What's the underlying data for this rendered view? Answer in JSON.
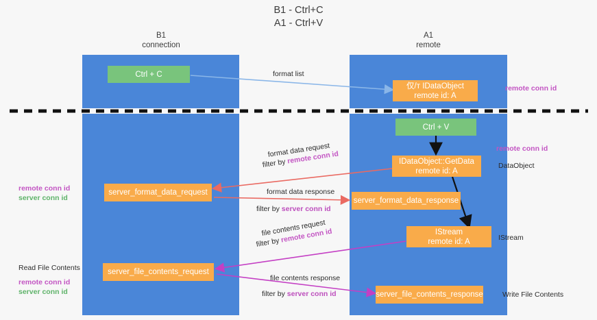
{
  "diagram": {
    "title": "B1 - Ctrl+C\nA1 - Ctrl+V",
    "lanes": [
      {
        "id": "b1",
        "title": "B1\nconnection"
      },
      {
        "id": "a1",
        "title": "A1\nremote"
      }
    ],
    "nodes": {
      "ctrl_c": "Ctrl + C",
      "idataobject": "仅/т IDataObject\nremote id: A",
      "ctrl_v": "Ctrl + V",
      "getdata": "IDataObject::GetData\nremote id: A",
      "server_format_data_request": "server_format_data_request",
      "server_format_data_response": "server_format_data_response",
      "istream": "IStream\nremote id: A",
      "server_file_contents_request": "server_file_contents_request",
      "server_file_contents_response": "server_file_contents_response"
    },
    "edge_labels": {
      "format_list": "format list",
      "format_data_request": "format data request",
      "format_data_request_filter_prefix": "filter by ",
      "format_data_request_filter_key": "remote conn id",
      "format_data_response": "format data response",
      "format_data_response_filter_prefix": "filter by ",
      "format_data_response_filter_key": "server conn id",
      "file_contents_request": "file contents request",
      "file_contents_request_filter_prefix": "filter by ",
      "file_contents_request_filter_key": "remote conn id",
      "file_contents_response": "file contents response",
      "file_contents_response_filter_prefix": "filter by ",
      "file_contents_response_filter_key": "server conn id"
    },
    "side_labels": {
      "right_remote_conn_id_top": "remote conn id",
      "right_remote_conn_id_mid": "remote conn id",
      "right_dataobject": "DataObject",
      "right_istream": "IStream",
      "right_write_file_contents": "Write File Contents",
      "left_remote_conn_id": "remote conn id",
      "left_server_conn_id": "server conn id",
      "left_read_file_contents": "Read File Contents",
      "left_remote_conn_id_2": "remote conn id",
      "left_server_conn_id_2": "server conn id"
    },
    "colors": {
      "lane": "#4a86d8",
      "node_orange": "#f9ab4a",
      "node_green": "#79c47c",
      "magenta": "#c355c3",
      "green_text": "#5fb36a",
      "red_arrow": "#ea6a62",
      "blue_arrow": "#8ab6e8",
      "magenta_arrow": "#c43fc4",
      "black_arrow": "#111111",
      "divider": "#111111",
      "background": "#f7f7f7"
    }
  }
}
